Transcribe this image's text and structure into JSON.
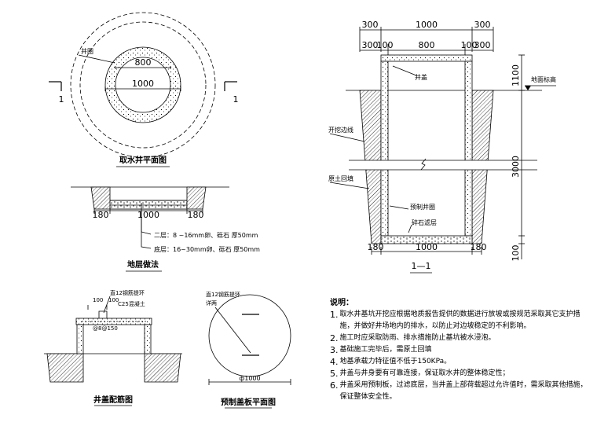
{
  "plan": {
    "title": "取水井平面图",
    "ring_label": "井圈",
    "d_inner": "800",
    "d_outer": "1000",
    "sec_left": "1",
    "sec_right": "1"
  },
  "layers": {
    "title": "地层做法",
    "d_left": "180",
    "d_mid": "1000",
    "d_right": "180",
    "layer2": "二层：8 ~16mm卵、砾石 厚50mm",
    "layer1": "底层：16~30mm卵、砾石 厚50mm"
  },
  "cover": {
    "title": "井盖配筋图",
    "d_100a": "100",
    "d_100b": "100",
    "concrete": "C25混凝土",
    "rebar_top": "直12钢筋提环",
    "rebar": "@8@150"
  },
  "slab": {
    "title": "预制盖板平面图",
    "note1": "直12钢筋提环",
    "note2": "详两",
    "dia": "ф1000"
  },
  "section": {
    "title": "1—1",
    "d300a": "300",
    "d1000": "1000",
    "d300b": "300",
    "d100a": "300",
    "d100b": "100",
    "d800": "800",
    "d100c": "100",
    "d100d": "300",
    "v1100": "1100",
    "v3000": "3000",
    "v100": "100",
    "ground": "地面标高",
    "cover": "井盖",
    "excav": "开挖边线",
    "backfill": "原土回填",
    "ring": "预制井圈",
    "gravel": "碎石滤层",
    "b180a": "180",
    "b1000": "1000",
    "b180b": "180"
  },
  "notes": {
    "title": "说明：",
    "items": [
      {
        "num": "1.",
        "text": "取水井基坑开挖应根据地质报告提供的数据进行放坡或按规范采取其它支护措施，并做好井场地内的排水，以防止对边坡稳定的不利影响。"
      },
      {
        "num": "2.",
        "text": "施工时应采取防雨、排水措施防止基坑被水浸泡。"
      },
      {
        "num": "3.",
        "text": "基础施工完毕后，需原土回填"
      },
      {
        "num": "4.",
        "text": "地基承载力特征值不低于150KPa。"
      },
      {
        "num": "5.",
        "text": "井盖与井身要有可靠连接，保证取水井的整体稳定性；"
      },
      {
        "num": "6.",
        "text": "井盖采用预制板，过滤底层，当井盖上部荷载超过允许值时，需采取其他措施，保证整体安全性。"
      }
    ]
  }
}
